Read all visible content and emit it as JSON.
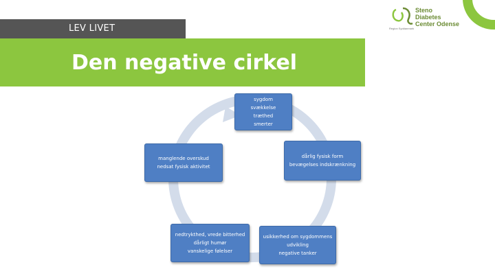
{
  "header": {
    "section_label": "LEV LIVET",
    "title": "Den negative cirkel"
  },
  "logo": {
    "line1": "Steno",
    "line2": "Diabetes",
    "line3": "Center Odense",
    "tagline": "Region Syddanmark"
  },
  "cycle": {
    "top": [
      "sygdom",
      "svækkelse",
      "træthed",
      "smerter"
    ],
    "right": [
      "dårlig fysisk form",
      "bevægelses indskrænkning"
    ],
    "bottom_right": [
      "usikkerhed om sygdommens udvikling",
      "negative tanker"
    ],
    "bottom_left": [
      "nedtrykthed, vrede bitterhed",
      "dårligt humør",
      "vanskelige følelser"
    ],
    "left": [
      "manglende overskud",
      "nedsat fysisk aktivitet"
    ]
  },
  "colors": {
    "accent_green": "#8cc63f",
    "header_gray": "#555555",
    "node_blue": "#4f7fc4",
    "ring": "#d3dcea"
  }
}
